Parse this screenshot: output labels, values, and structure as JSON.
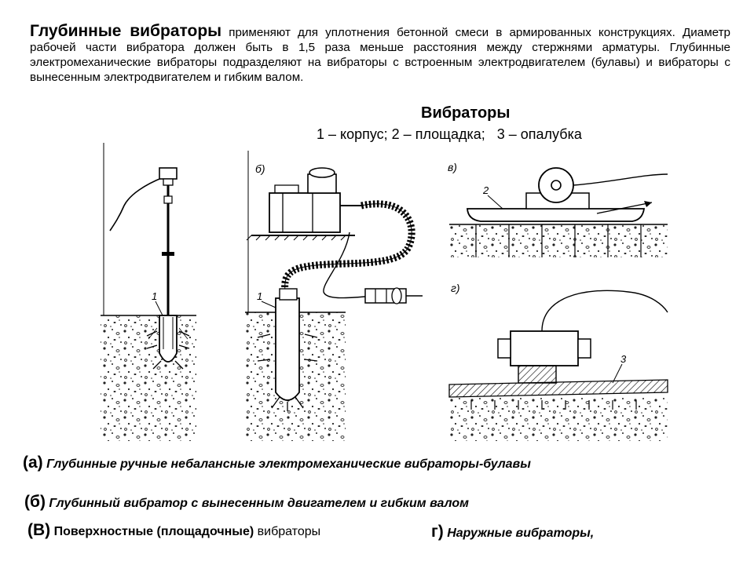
{
  "intro": {
    "lead": "Глубинные вибраторы",
    "text": " применяют для уплотнения бетонной смеси в армированных конструкциях. Диаметр рабочей части вибратора должен быть в 1,5 раза меньше расстояния между стержнями арматуры. Глубинные электромеханические вибраторы подразделяют на вибраторы с встроенным электродвигателем (булавы) и вибраторы с вынесенным электродвигателем и гибким валом."
  },
  "title": "Вибраторы",
  "legend": "1 – корпус; 2 – площадка;   3 – опалубка",
  "figure_labels": {
    "b": "б)",
    "v": "в)",
    "g": "г)",
    "n1a": "1",
    "n1b": "1",
    "n2": "2",
    "n3": "3"
  },
  "captions": {
    "a_marker": "(а)",
    "a_text": " Глубинные ручные небалансные электромеханические вибраторы-булавы",
    "b_marker": "(б)",
    "b_text": " Глубинный вибратор с вынесенным двигателем и гибким валом",
    "v_marker": "(В)",
    "v_text1": " Поверхностные (площадочные)",
    "v_text2": " вибраторы",
    "g_marker": "г)",
    "g_text": " Наружные вибраторы,"
  }
}
